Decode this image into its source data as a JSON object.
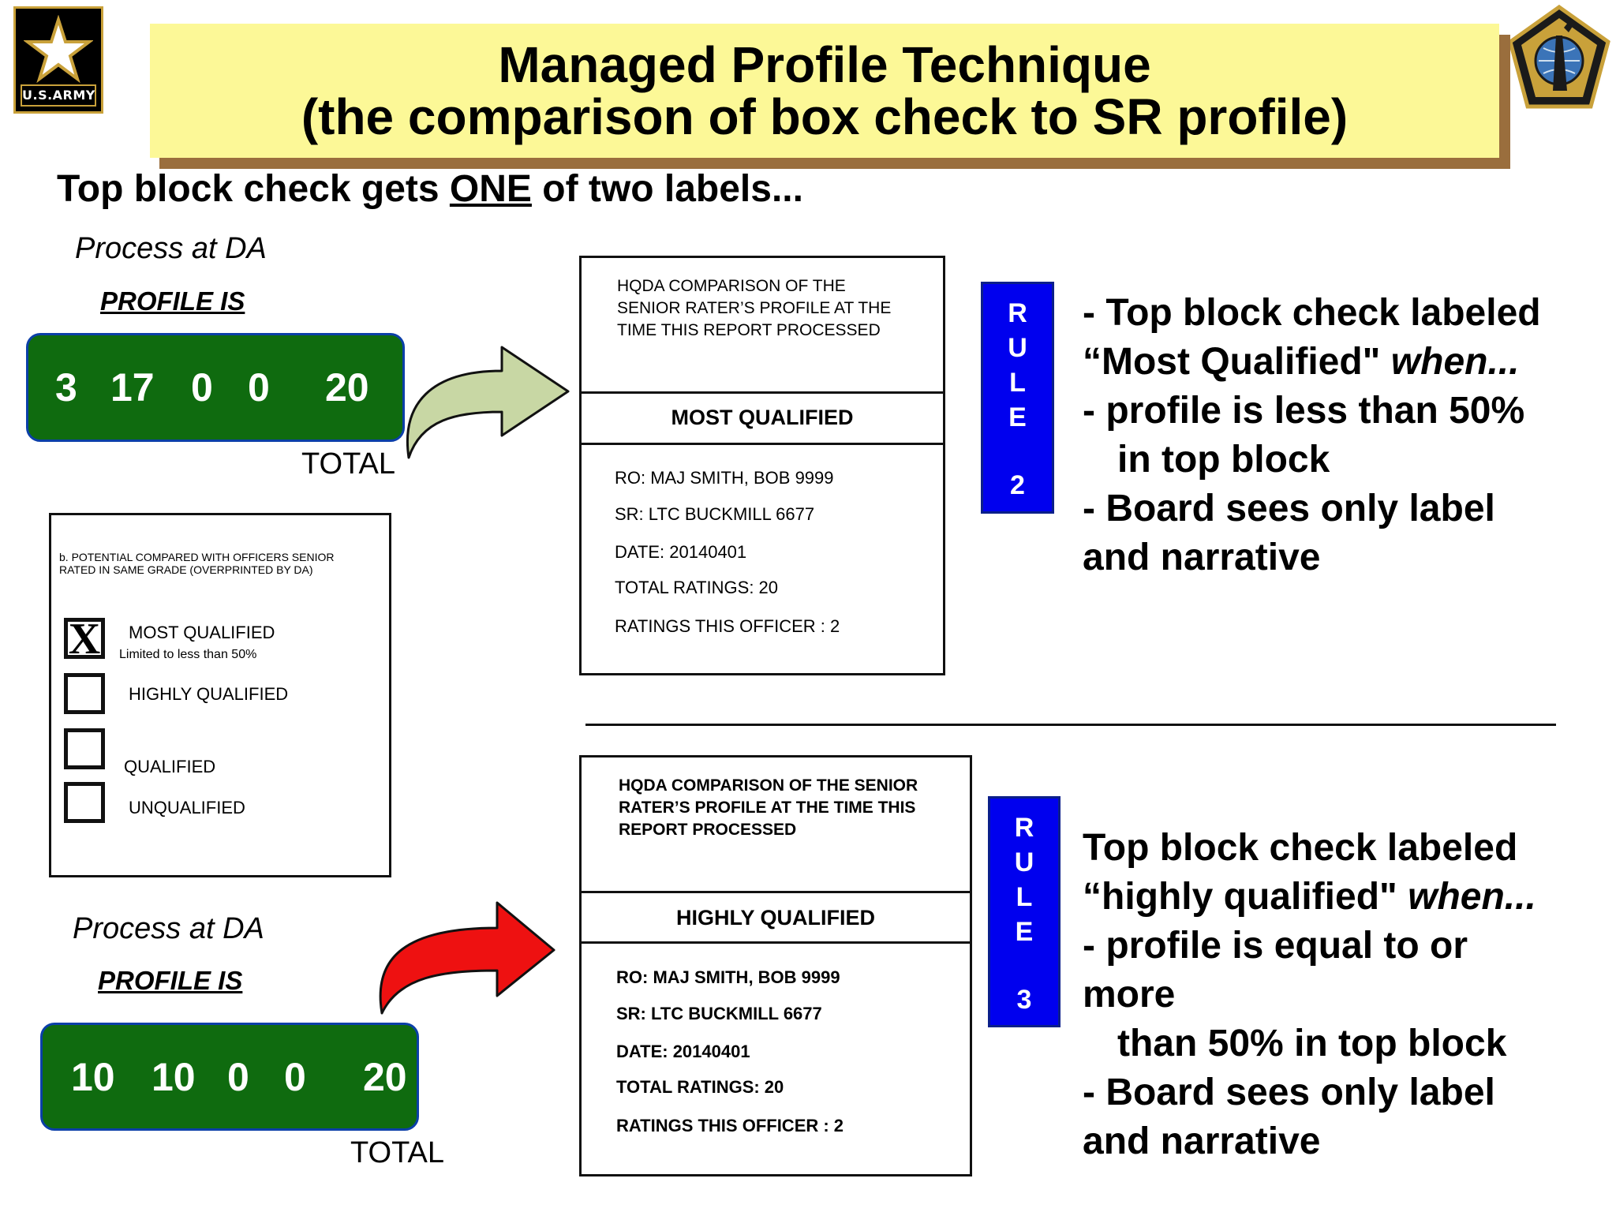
{
  "logos": {
    "army_text": "U.S.ARMY",
    "left_icon": "star-icon",
    "right_icon": "army-crest-icon"
  },
  "title": {
    "line1": "Managed Profile Technique",
    "line2": "(the comparison of box check to SR profile)"
  },
  "subheading": {
    "before": "Top block check gets ",
    "emphasis": "ONE",
    "after": " of two labels..."
  },
  "top_panel": {
    "process_label": "Process at DA",
    "profile_label": "PROFILE IS",
    "profile_values": [
      "3",
      "17",
      "0",
      "0",
      "20"
    ],
    "total_label": "TOTAL",
    "arrow_color": "#c8d7a4"
  },
  "bottom_panel": {
    "process_label": "Process at DA",
    "profile_label": "PROFILE IS",
    "profile_values": [
      "10",
      "10",
      "0",
      "0",
      "20"
    ],
    "total_label": "TOTAL",
    "arrow_color": "#ee1111"
  },
  "form": {
    "caption_line1": "b.  POTENTIAL  COMPARED WITH  OFFICERS  SENIOR",
    "caption_line2": "RATED  IN  SAME GRADE (OVERPRINTED BY DA)",
    "options": [
      {
        "label": "MOST QUALIFIED",
        "note": "Limited to less than 50%",
        "checked": true,
        "mark": "X"
      },
      {
        "label": "HIGHLY QUALIFIED",
        "checked": false
      },
      {
        "label": "QUALIFIED",
        "checked": false
      },
      {
        "label": "UNQUALIFIED",
        "checked": false
      }
    ]
  },
  "report_top": {
    "header_lines": [
      "HQDA COMPARISON OF THE",
      "SENIOR RATER’S PROFILE AT THE",
      "TIME THIS  REPORT PROCESSED"
    ],
    "label": "MOST QUALIFIED",
    "lines": [
      "RO: MAJ SMITH, BOB    9999",
      "SR: LTC BUCKMILL    6677",
      "DATE:  20140401",
      "TOTAL RATINGS:  20",
      "RATINGS  THIS  OFFICER :  2"
    ]
  },
  "report_bottom": {
    "header_lines": [
      "HQDA COMPARISON OF THE SENIOR",
      "RATER’S PROFILE AT THE TIME THIS",
      "REPORT PROCESSED"
    ],
    "label": "HIGHLY QUALIFIED",
    "lines": [
      "RO: MAJ SMITH, BOB    9999",
      "SR: LTC BUCKMILL    6677",
      "DATE:  20140401",
      "TOTAL RATINGS:  20",
      "RATINGS  THIS  OFFICER :  2"
    ]
  },
  "rule_top": {
    "letters": [
      "R",
      "U",
      "L",
      "E"
    ],
    "number": "2"
  },
  "rule_bottom": {
    "letters": [
      "R",
      "U",
      "L",
      "E"
    ],
    "number": "3"
  },
  "bullets_top": {
    "l1": "- Top block check labeled",
    "l2a": "“Most Qualified\" ",
    "l2b": "when...",
    "l3": "-  profile is less than 50%",
    "l4": "in top block",
    "l5": "- Board sees only label",
    "l6": "and narrative"
  },
  "bullets_bottom": {
    "l1": "Top block check labeled",
    "l2a": "“highly qualified\" ",
    "l2b": "when...",
    "l3": "-  profile is equal to or",
    "l4": "more",
    "l5": "than 50% in top block",
    "l6": "- Board sees only label",
    "l7": "and narrative"
  }
}
